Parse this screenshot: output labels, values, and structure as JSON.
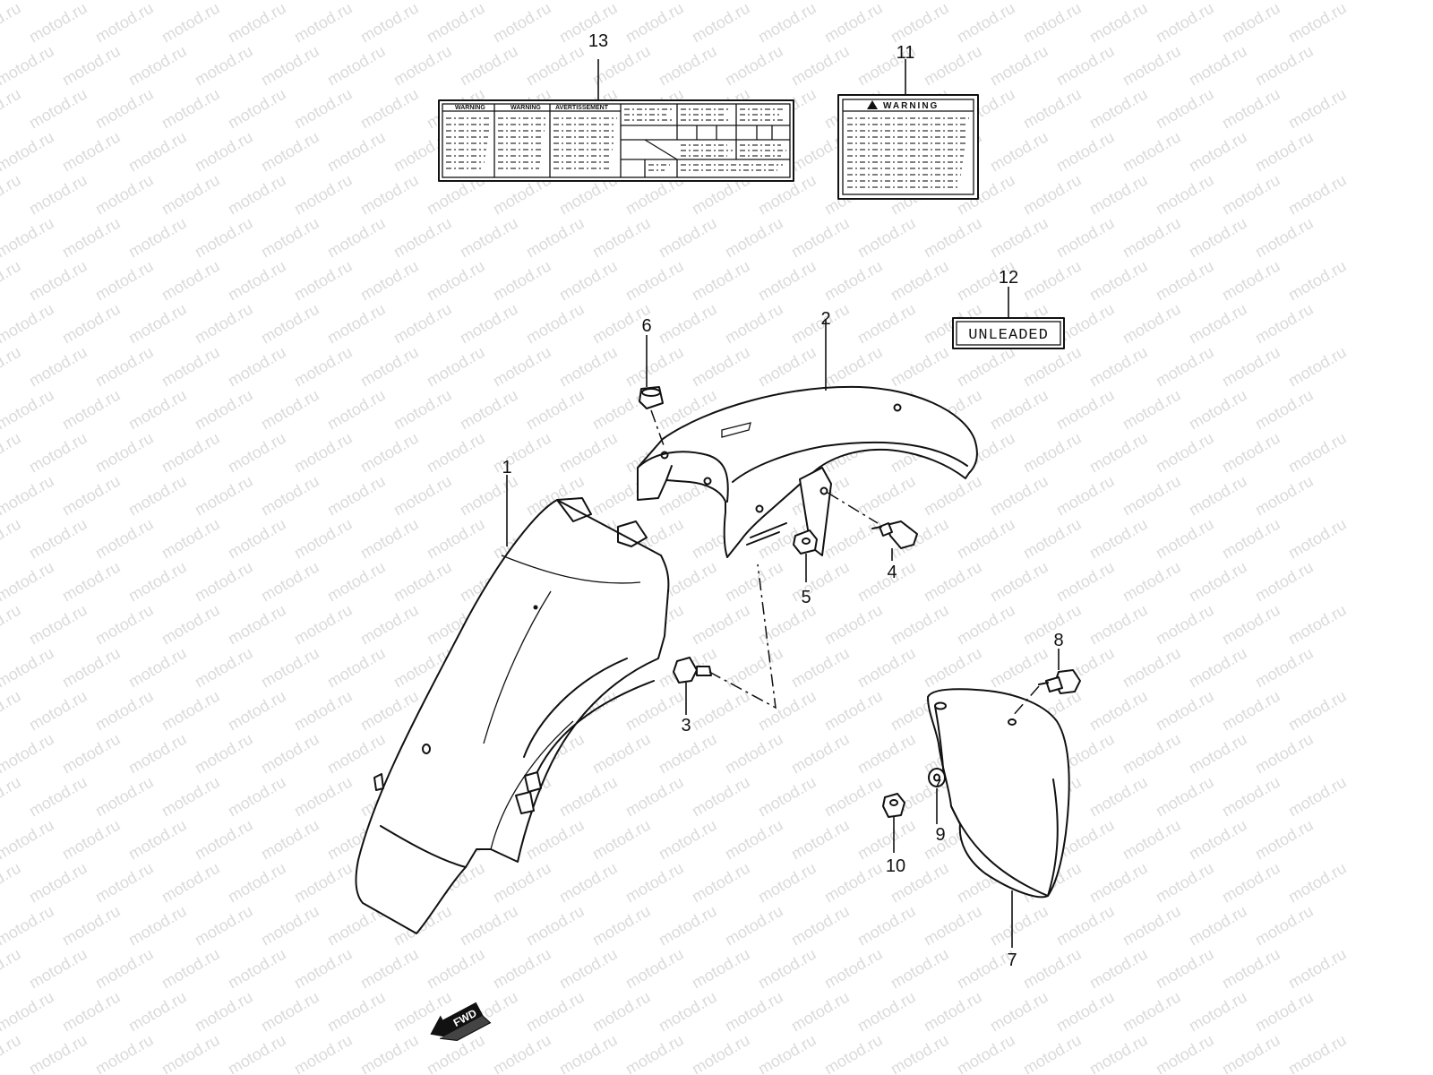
{
  "watermark": "motod.ru",
  "callouts": {
    "c1": "1",
    "c2": "2",
    "c3": "3",
    "c4": "4",
    "c5": "5",
    "c6": "6",
    "c7": "7",
    "c8": "8",
    "c9": "9",
    "c10": "10",
    "c11": "11",
    "c12": "12",
    "c13": "13"
  },
  "label13": {
    "col1_heading": "WARNING",
    "col2_heading": "WARNING",
    "col3_heading": "AVERTISSEMENT"
  },
  "label11": {
    "heading": "WARNING"
  },
  "label12": {
    "text": "UNLEADED"
  },
  "fwd_arrow": {
    "text": "FWD"
  }
}
